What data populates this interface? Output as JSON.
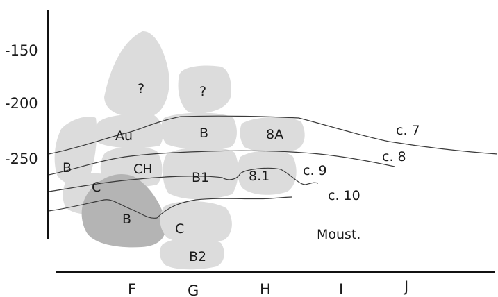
{
  "depth_ticks": [
    "-150",
    "-200",
    "-250"
  ],
  "square_labels": [
    "F",
    "G",
    "H",
    "I",
    "J"
  ],
  "block_labels": {
    "q1": "?",
    "q2": "?",
    "au": "Au",
    "b_top": "B",
    "a8": "8A",
    "b_left": "B",
    "ch": "CH",
    "b1": "B1",
    "s81": "8.1",
    "c_left": "C",
    "b_low": "B",
    "c_low": "C",
    "b2": "B2"
  },
  "layer_labels": {
    "c7": "c. 7",
    "c8": "c. 8",
    "c9": "c. 9",
    "c10": "c. 10",
    "moust": "Moust."
  }
}
